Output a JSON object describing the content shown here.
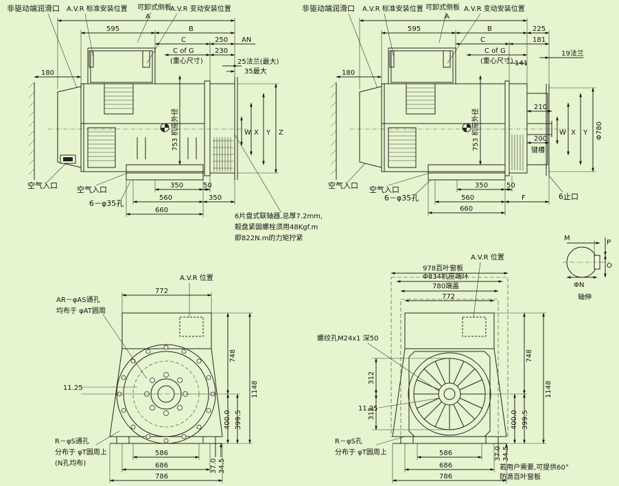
{
  "side_left": {
    "callouts": {
      "non_drive_bearing": "非驱动端润滑口",
      "avr_std": "A.V.R 标准安装位置",
      "removable_panel": "可卸式侧板",
      "avr_alt": "A.V.R 变动安装位置"
    },
    "dims": {
      "A": "A",
      "d595": "595",
      "B": "B",
      "C": "C",
      "d250": "250",
      "AN": "AN",
      "d230": "230",
      "cofg": "C of G",
      "cofg_sub": "(重心尺寸)",
      "flange": "25法兰(最大)",
      "d35max": "35最大",
      "d180": "180",
      "base_ht": "753 机座外径",
      "W": "W",
      "X": "X",
      "Y": "Y",
      "Z": "Z",
      "d350a": "350",
      "d50": "50",
      "d560": "560",
      "d350b": "350",
      "d660": "660"
    },
    "labels": {
      "air_in_1": "空气入口",
      "air_in_2": "空气入口",
      "holes": "6－φ35孔",
      "coupling": "6片盘式联轴器,总厚7.2mm,",
      "coupling2": "毂盘紧固螺栓须用48Kgf.m",
      "coupling3": "即822N.m的力矩拧紧"
    }
  },
  "side_right": {
    "callouts": {
      "non_drive_bearing": "非驱动端润滑口",
      "avr_std": "A.V.R 标准安装位置",
      "removable_panel": "可卸式侧板",
      "avr_alt": "A.V.R 变动安装位置"
    },
    "dims": {
      "A": "A",
      "d595": "595",
      "B": "B",
      "d225": "225",
      "C": "C",
      "d181": "181",
      "cofg": "C of G",
      "cofg_sub": "(重心尺寸)",
      "d141": "141",
      "flange19": "19法兰",
      "d180": "180",
      "base_ht": "753 机座外径",
      "W": "W",
      "X": "X",
      "Y": "Y",
      "phi780": "Φ780",
      "d210": "210",
      "d200": "200",
      "keyway": "键槽",
      "d350": "350",
      "d50": "50",
      "d560": "560",
      "F": "F",
      "d660": "660",
      "stop": "6止口"
    },
    "labels": {
      "air_in_1": "空气入口",
      "air_in_2": "空气入口",
      "holes": "6－φ35孔"
    }
  },
  "shaft": {
    "M": "M",
    "P": "P",
    "O": "O",
    "phiN": "ΦN",
    "title": "轴伸"
  },
  "front_left": {
    "avr_pos": "A.V.R 位置",
    "ar_holes": "AR－φAS通孔",
    "ar_holes2": "均布于 φAT圆周",
    "d772": "772",
    "d748": "748",
    "d1148": "1148",
    "d1125": "11.25",
    "d400": "400.0",
    "d3995": "399.5",
    "r_holes": "R－φS通孔",
    "r_holes2": "分布于 φT圆周上",
    "r_holes3": "(N孔均布)",
    "d586": "586",
    "d686": "686",
    "d786": "786",
    "d37": "37.0",
    "d345": "34.5"
  },
  "front_right": {
    "avr_pos": "A.V.R 位置",
    "louver": "978百叶窗板",
    "ring": "Φ834机座端环",
    "endcover": "780端盖",
    "d772": "772",
    "thread": "螺纹孔M24x1 深50",
    "d748": "748",
    "d1148": "1148",
    "d312a": "312",
    "d312b": "312",
    "d1125": "11.25",
    "d400": "400.0",
    "d3995": "399.5",
    "s_holes": "R－φS孔",
    "s_holes2": "分布于 φT圆周上",
    "d586": "586",
    "d686": "686",
    "d786": "786",
    "d37": "37.0",
    "d345": "34.5",
    "note1": "若用户需要,可提供60°",
    "note2": "防滴百叶窗板"
  }
}
